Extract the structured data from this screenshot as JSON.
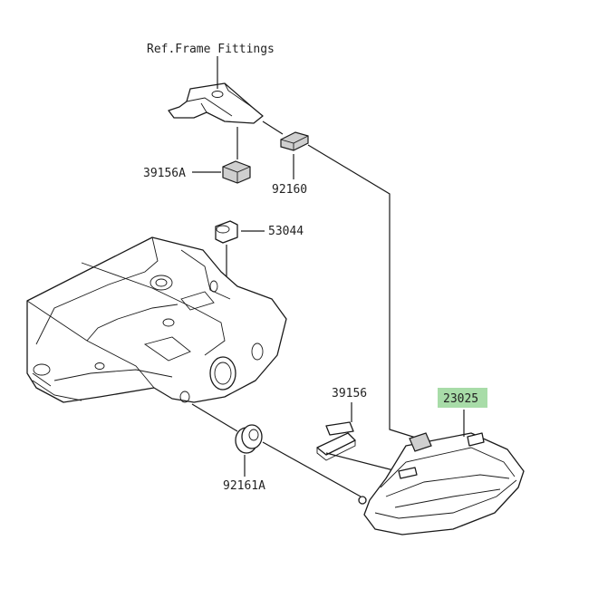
{
  "labels": {
    "ref_frame": "Ref.Frame Fittings",
    "p39156A": "39156A",
    "p92160": "92160",
    "p53044": "53044",
    "p39156": "39156",
    "p23025": "23025",
    "p92161A": "92161A"
  },
  "highlight_color": "#a8dca8"
}
